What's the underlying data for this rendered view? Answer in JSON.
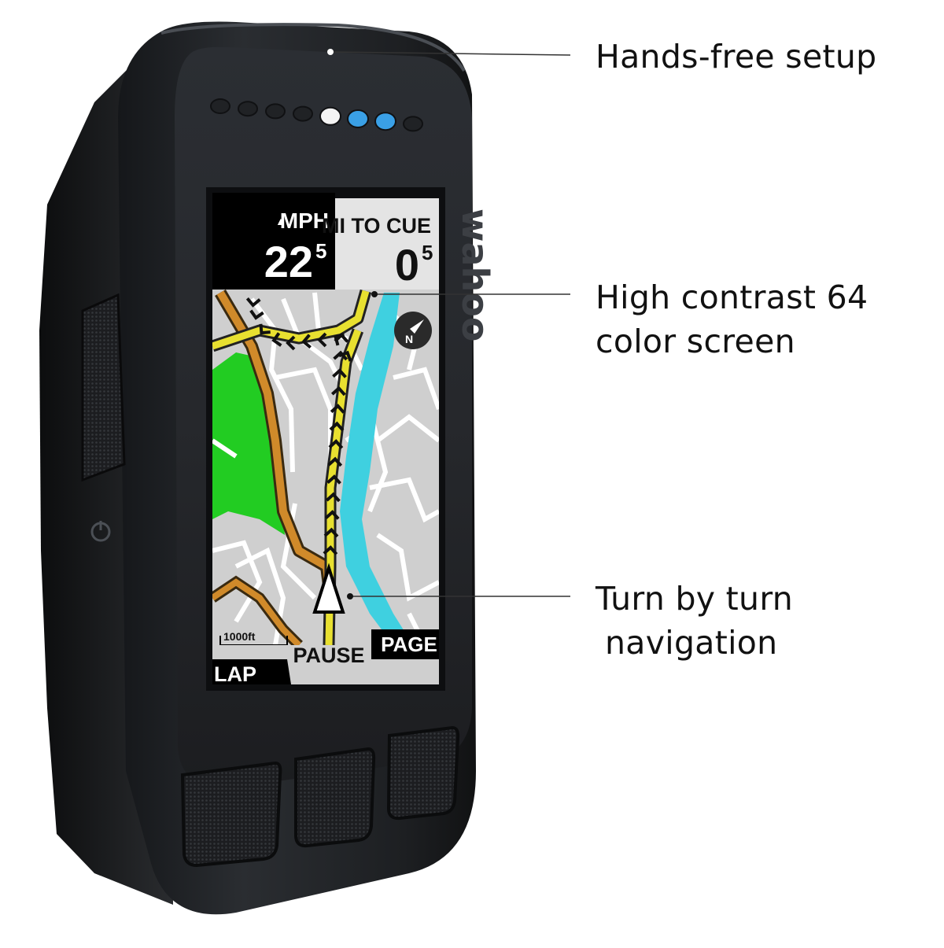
{
  "callouts": {
    "hands_free": "Hands-free setup",
    "screen_line1": "High contrast 64",
    "screen_line2": "color screen",
    "nav_line1": "Turn by turn",
    "nav_line2": "navigation"
  },
  "device": {
    "brand": "wahoo",
    "screen": {
      "speed_label": "MPH",
      "speed_arrow": "▲",
      "speed_int": "22",
      "speed_dec": "5",
      "cue_label": "MI TO CUE",
      "cue_int": "0",
      "cue_dec": "5",
      "scale": "1000ft",
      "button_lap": "LAP",
      "button_pause": "PAUSE",
      "button_page": "PAGE",
      "compass": "N"
    },
    "leds": [
      "off",
      "off",
      "off",
      "off",
      "white",
      "blue",
      "blue",
      "off"
    ],
    "colors": {
      "led_blue": "#3aa0e6",
      "park_green": "#22cc22",
      "river_cyan": "#3fd0e0",
      "main_road": "#d08a2a",
      "route_yellow": "#e8e030"
    }
  }
}
